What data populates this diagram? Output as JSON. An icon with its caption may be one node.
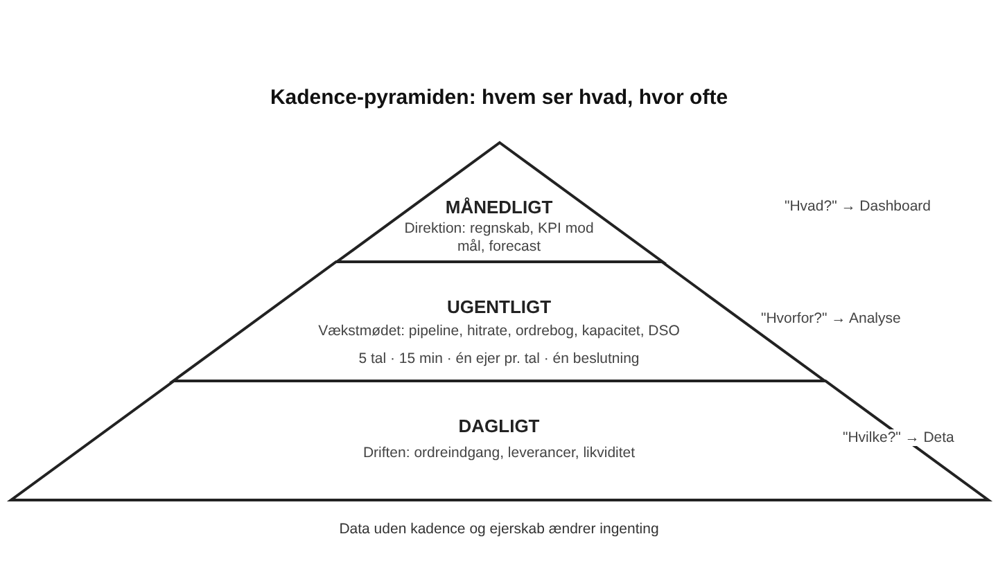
{
  "diagram": {
    "title": "Kadence-pyramiden: hvem ser hvad, hvor ofte",
    "caption": "Data uden kadence og ejerskab ændrer ingenting",
    "nodes": [
      {
        "text": [
          "MÅNEDLIGT",
          "Direktion: regnskab, KPI mod mål, forecast"
        ]
      },
      {
        "text": [
          "UGENTLIGT",
          "Vækstmødet: pipeline, hitrate, ordrebog, kapacitet, DSO",
          "5 tal · 15 min · én ejer pr. tal · én beslutning"
        ]
      },
      {
        "text": [
          "DAGLIGT",
          "Driften: ordreindgang, leverancer, likviditet"
        ]
      }
    ],
    "labels": [
      "\"Hvad?\" → Dashboard",
      "\"Hvorfor?\" → Analyse",
      "\"Hvilke?\" → Deta"
    ]
  }
}
